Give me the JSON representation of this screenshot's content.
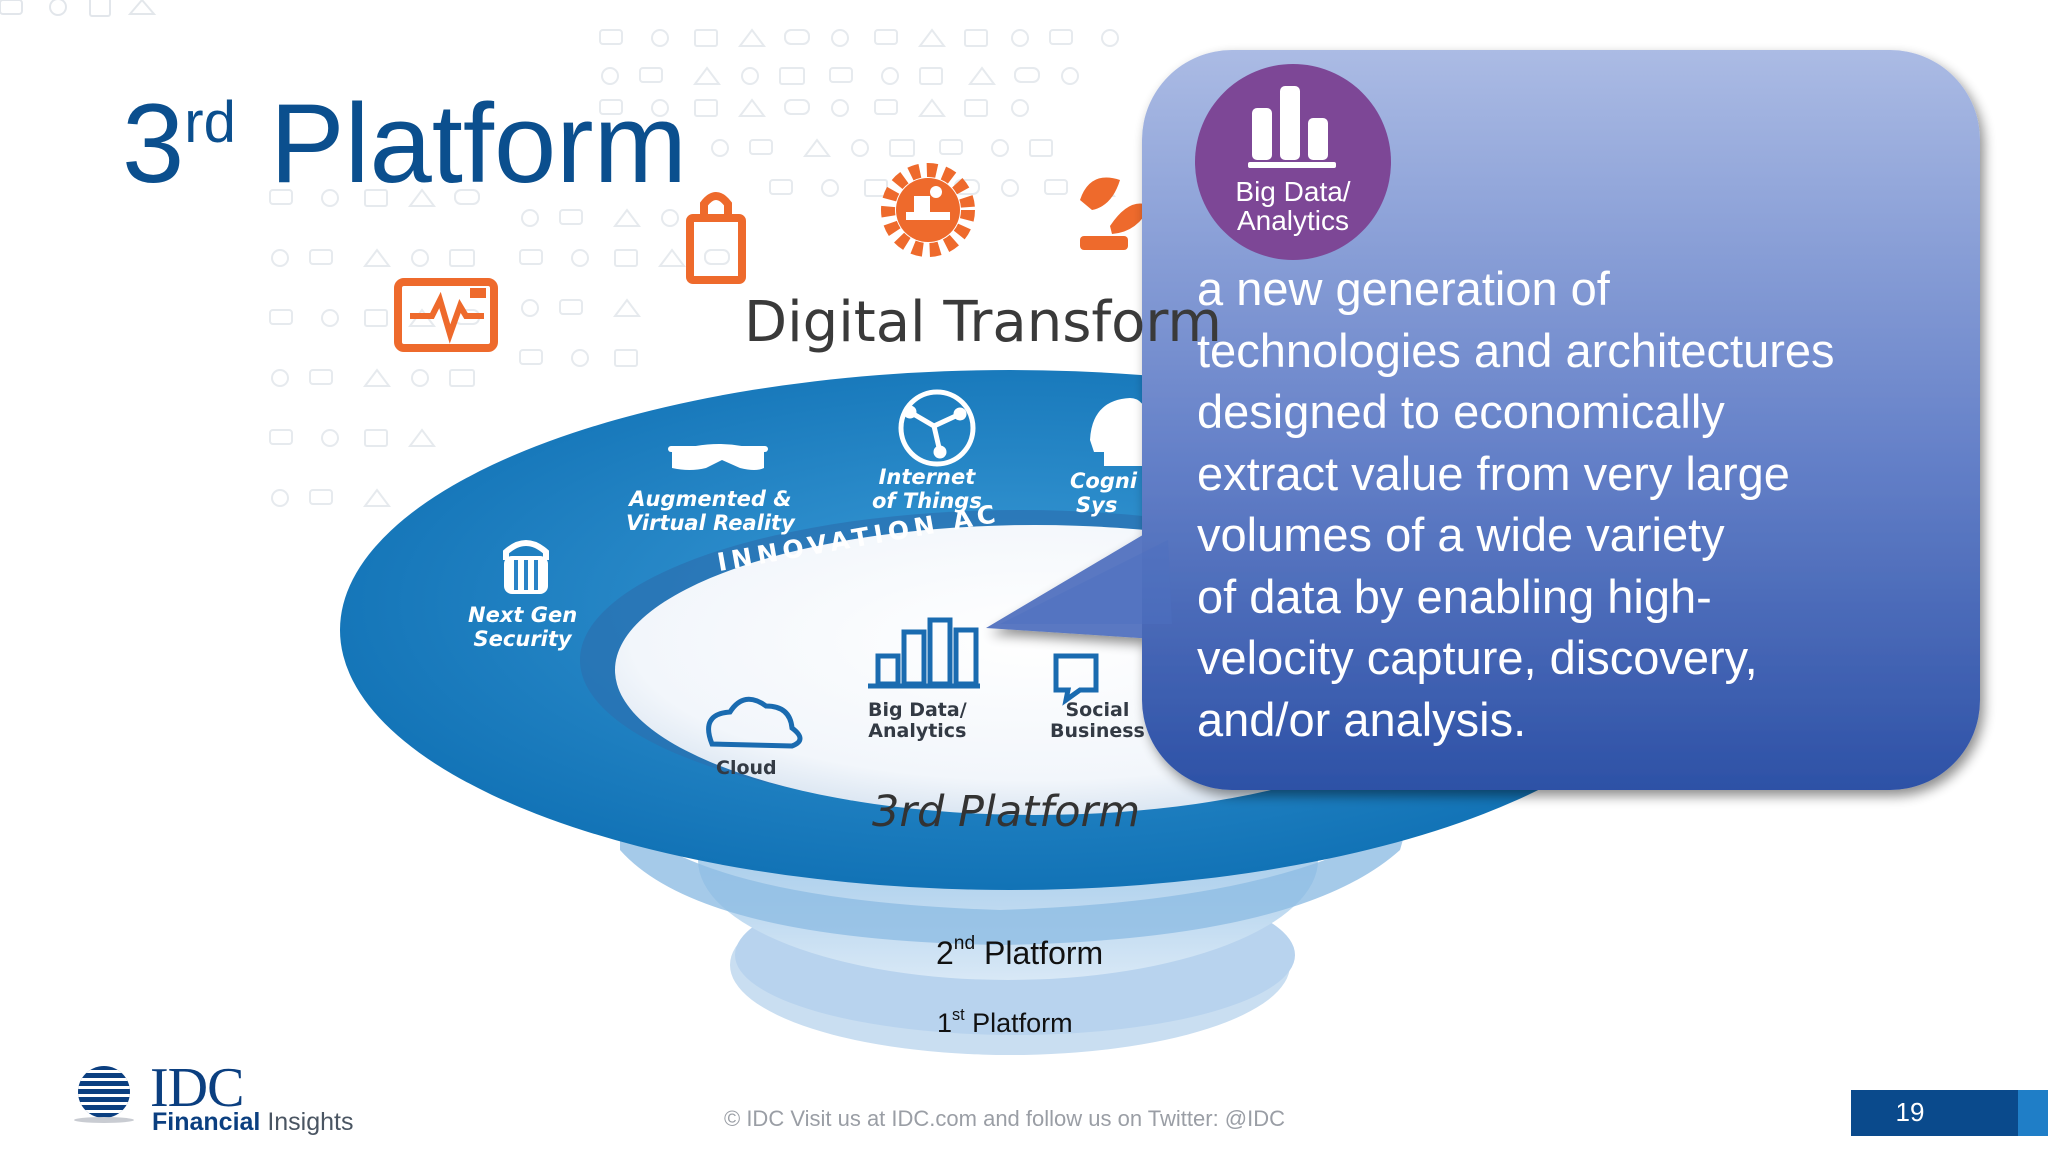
{
  "slide": {
    "title_main": "3",
    "title_sup": "rd",
    "title_rest": "Platform",
    "digital_transformation": "Digital Transform",
    "ring_heading": "INNOVATION AC",
    "ring_items": {
      "ar_vr": [
        "Augmented &",
        "Virtual Reality"
      ],
      "iot": [
        "Internet",
        "of Things"
      ],
      "cognitive": [
        "Cogni",
        "Sys"
      ],
      "security": [
        "Next Gen",
        "Security"
      ]
    },
    "inner_items": {
      "big_data": [
        "Big Data/",
        "Analytics"
      ],
      "social": [
        "Social",
        "Business"
      ],
      "cloud": [
        "Cloud"
      ]
    },
    "platform3_label": "3rd Platform",
    "platform2": {
      "main": "2",
      "sup": "nd",
      "rest": " Platform"
    },
    "platform1": {
      "main": "1",
      "sup": "st",
      "rest": " Platform"
    }
  },
  "callout": {
    "badge_label": [
      "Big Data/",
      "Analytics"
    ],
    "lines": [
      "a new generation of",
      "technologies and architectures",
      "designed to economically",
      "extract value from very large",
      "volumes of a wide variety",
      "of data by enabling high-",
      "velocity capture, discovery,",
      "and/or analysis."
    ]
  },
  "footer": {
    "text": "© IDC   Visit us at IDC.com and follow us on Twitter: @IDC",
    "page_number": "19",
    "logo_idc": "IDC",
    "logo_financial": "Financial",
    "logo_insights": " Insights"
  },
  "colors": {
    "title_blue": "#0b4f8e",
    "ring_blue": "#1a7fc4",
    "orange": "#ee6a2c",
    "badge_purple": "#7d4796",
    "callout_top": "#a9b8e2",
    "callout_bottom": "#2f53a8",
    "page_box": "#0a4a8c"
  }
}
